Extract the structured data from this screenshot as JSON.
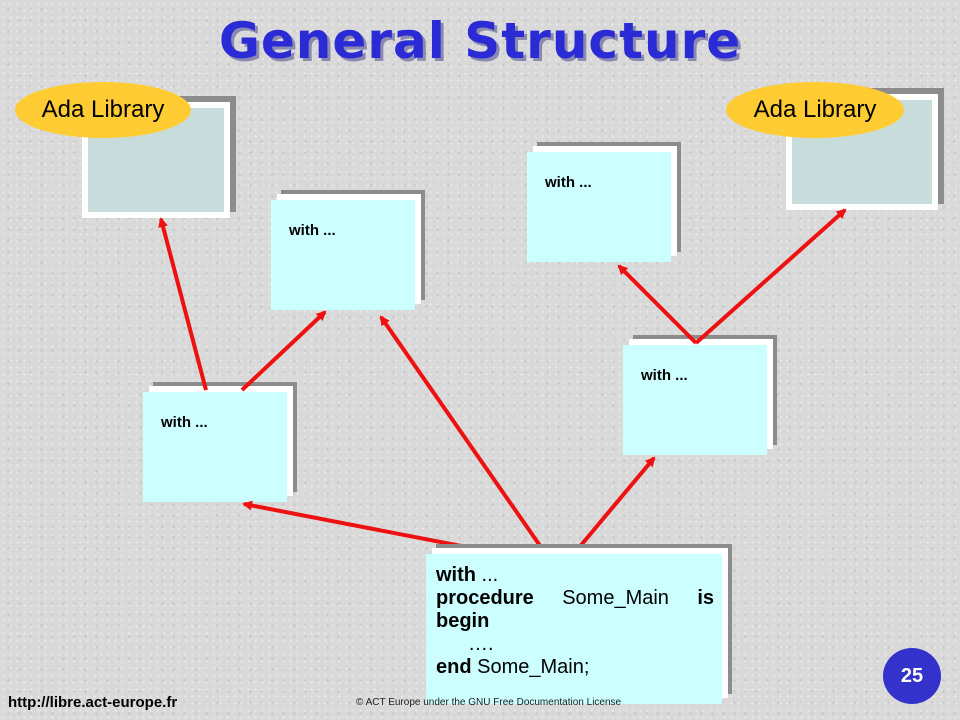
{
  "slide": {
    "title": "General Structure",
    "library_label": "Ada Library",
    "with_label": "with ...",
    "main_code": {
      "with_kw": "with",
      "with_rest": " ...",
      "procedure_kw": "procedure",
      "procedure_name": " Some_Main ",
      "is_kw": "is",
      "begin_kw": "begin",
      "dots": "….",
      "end_kw": "end",
      "end_rest": " Some_Main;"
    },
    "page_number": "25",
    "footer_url": "http://libre.act-europe.fr",
    "footer_copyright": "© ACT Europe under the GNU Free Documentation License"
  },
  "colors": {
    "title": "#2b2bd6",
    "box_fill": "#ccffff",
    "library_oval": "#ffcc33",
    "arrow": "#ee1111",
    "page_badge": "#3333cc"
  }
}
